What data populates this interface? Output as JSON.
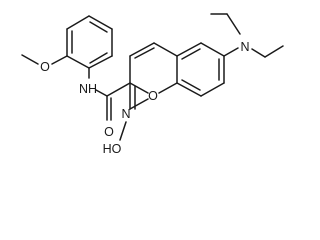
{
  "molecule": {
    "atoms": {
      "amine_nitrogen": "N",
      "ring_oxygen": "O",
      "methoxy_oxygen": "O",
      "carbonyl_oxygen": "O",
      "amide_nh": "NH",
      "imine_nitrogen": "N",
      "hydroxyl": "HO"
    }
  }
}
